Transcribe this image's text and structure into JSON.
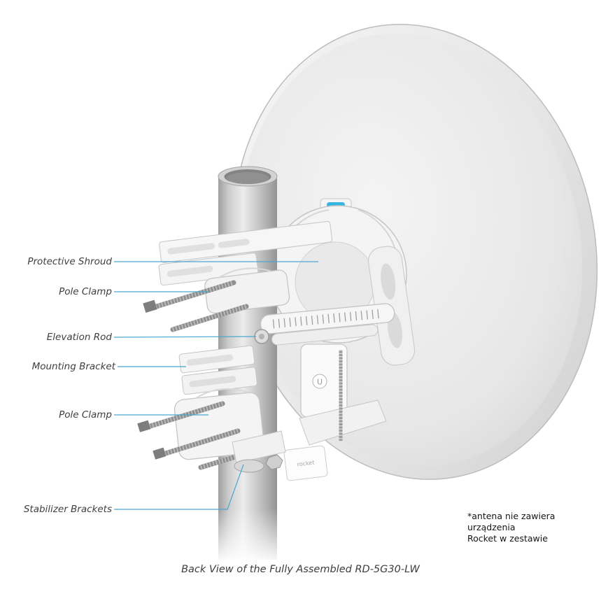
{
  "diagram": {
    "labels": [
      {
        "text": "Protective Shroud"
      },
      {
        "text": "Pole Clamp"
      },
      {
        "text": "Elevation Rod"
      },
      {
        "text": "Mounting Bracket"
      },
      {
        "text": "Pole Clamp"
      },
      {
        "text": "Stabilizer Brackets"
      }
    ],
    "caption": "Back View of the Fully Assembled RD-5G30-LW",
    "footnote": {
      "line1": "*antena nie zawiera urządzenia",
      "line2": "Rocket w zestawie"
    },
    "device_label": "rocket",
    "logo_glyph": "U"
  },
  "colors": {
    "leader_line": "#49a7d0",
    "accent_clip": "#35b6e0",
    "background": "#ffffff"
  }
}
